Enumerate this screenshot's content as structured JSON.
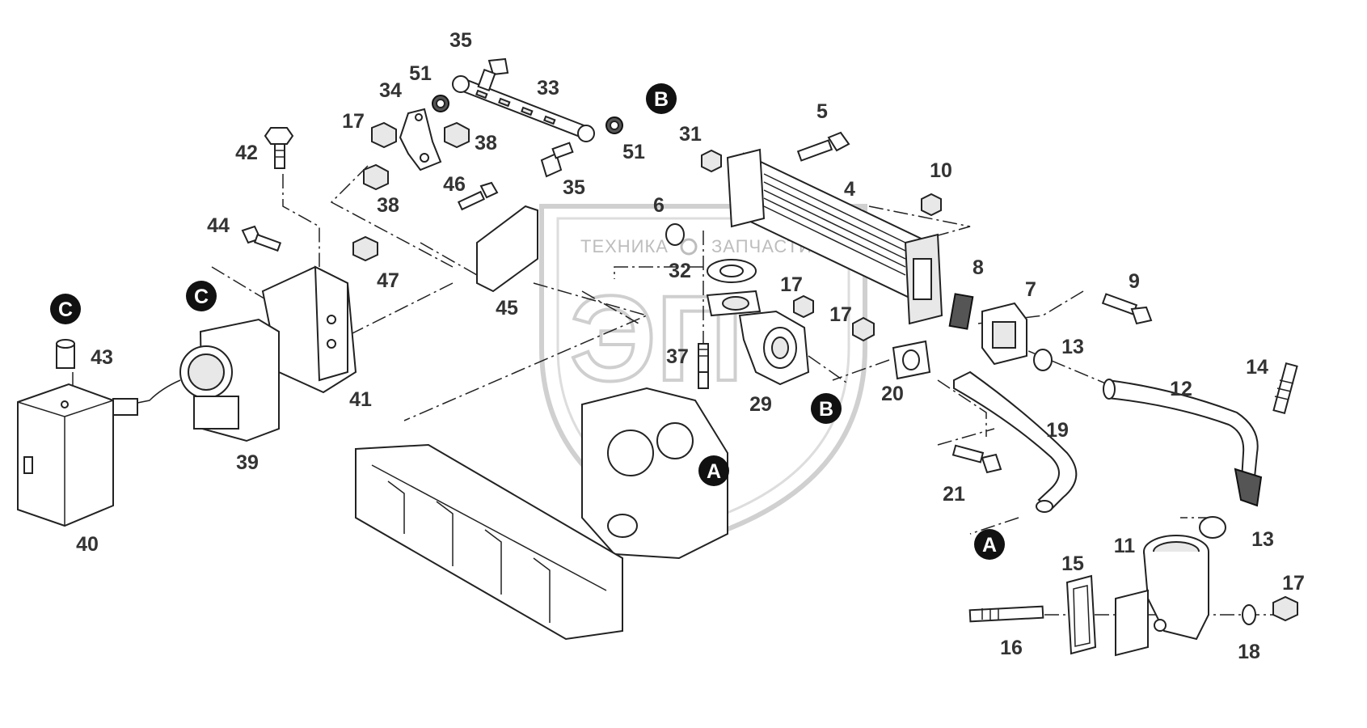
{
  "watermark": {
    "line1": "ТЕХНИКА",
    "line2": "ЗАПЧАСТИ",
    "logo_text": "ЭП",
    "color": "#c8c8c8"
  },
  "reference_markers": [
    "A",
    "A",
    "B",
    "B",
    "C",
    "C"
  ],
  "part_numbers": [
    "35",
    "51",
    "33",
    "34",
    "17",
    "38",
    "B",
    "31",
    "5",
    "42",
    "38",
    "35",
    "51",
    "46",
    "10",
    "4",
    "44",
    "6",
    "47",
    "32",
    "17",
    "8",
    "9",
    "C",
    "45",
    "7",
    "17",
    "37",
    "13",
    "41",
    "20",
    "29",
    "B",
    "14",
    "12",
    "43",
    "C",
    "39",
    "19",
    "21",
    "40",
    "A",
    "13",
    "A",
    "11",
    "15",
    "17",
    "16",
    "18"
  ],
  "colors": {
    "line": "#222222",
    "label": "#333333",
    "marker_fill": "#111111",
    "marker_text": "#ffffff",
    "watermark": "#c8c8c8"
  }
}
